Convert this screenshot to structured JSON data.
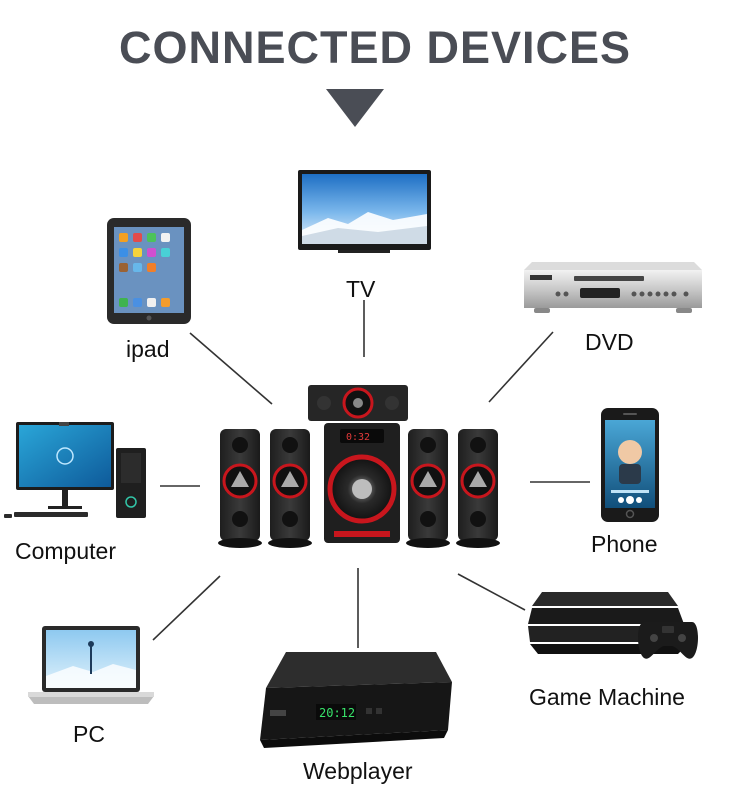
{
  "title": "CONNECTED DEVICES",
  "center_device": {
    "icon": "speaker-system-icon",
    "display_text": "0:32"
  },
  "devices": [
    {
      "id": "tv",
      "label": "TV",
      "icon": "tv-icon"
    },
    {
      "id": "ipad",
      "label": "ipad",
      "icon": "tablet-icon"
    },
    {
      "id": "dvd",
      "label": "DVD",
      "icon": "dvd-player-icon"
    },
    {
      "id": "computer",
      "label": "Computer",
      "icon": "desktop-computer-icon"
    },
    {
      "id": "phone",
      "label": "Phone",
      "icon": "smartphone-icon"
    },
    {
      "id": "pc",
      "label": "PC",
      "icon": "laptop-icon"
    },
    {
      "id": "webplayer",
      "label": "Webplayer",
      "icon": "set-top-box-icon",
      "display_text": "20:12"
    },
    {
      "id": "game",
      "label": "Game Machine",
      "icon": "game-console-icon"
    }
  ],
  "colors": {
    "title": "#4a4d55",
    "accent": "#c8161d",
    "line": "#333333"
  }
}
